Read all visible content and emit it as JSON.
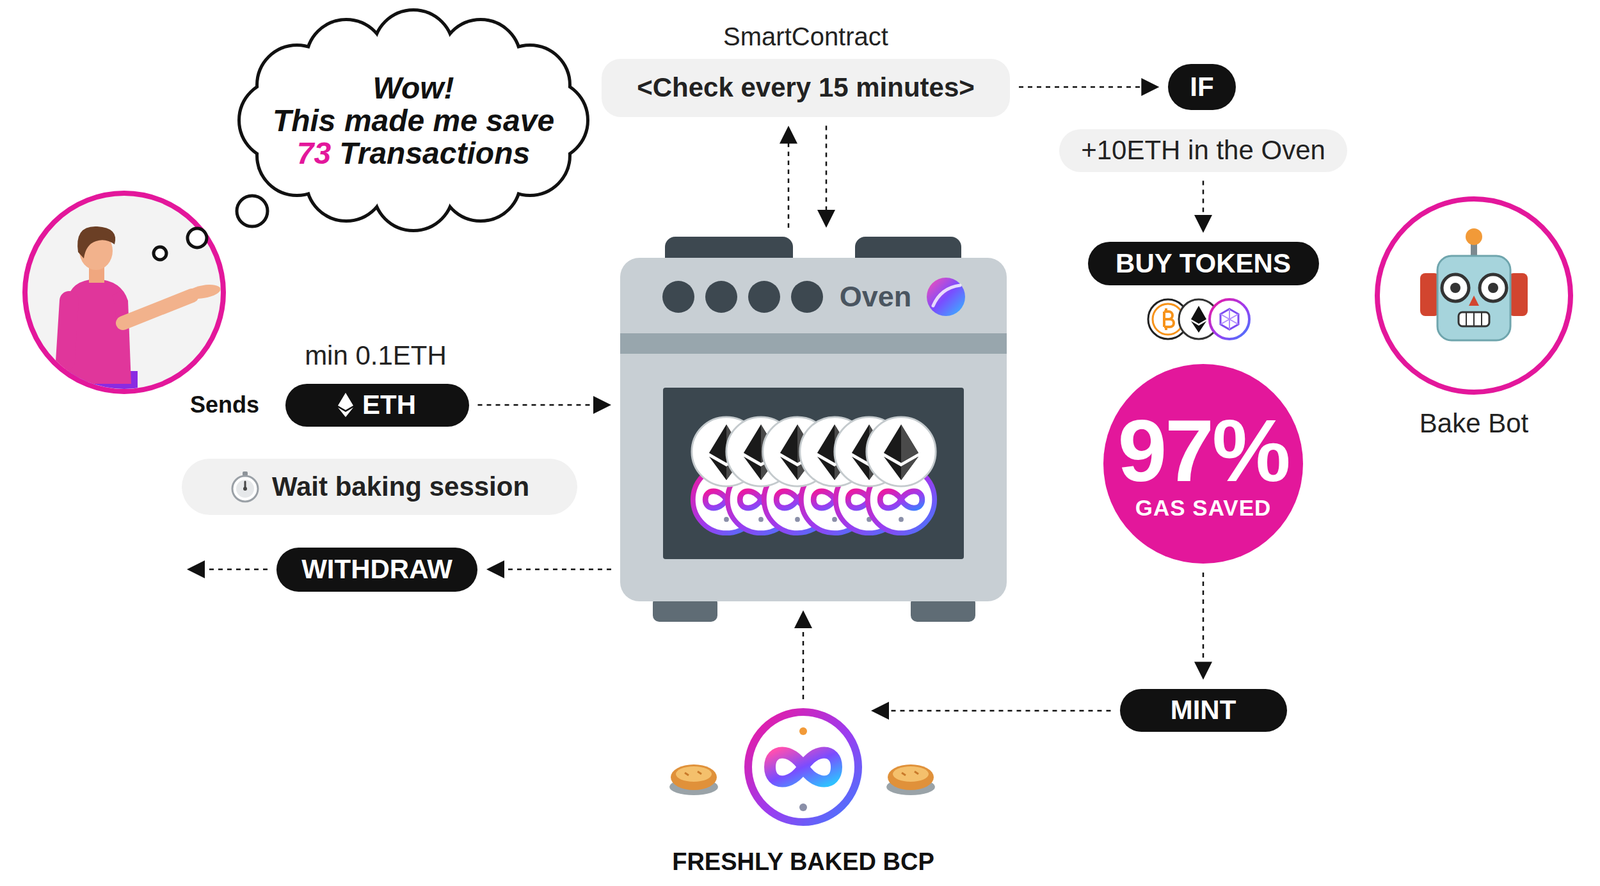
{
  "diagram": {
    "nodes": [
      {
        "text": [
          "Wow!",
          "This made me save",
          "73",
          "Transactions"
        ]
      },
      {
        "text": [
          "SmartContract",
          "<Check every 15 minutes>"
        ]
      },
      {
        "text": [
          "IF"
        ]
      },
      {
        "text": [
          "+10ETH in the Oven"
        ]
      },
      {
        "text": [
          "BUY TOKENS"
        ]
      },
      {
        "text": [
          "Bake Bot"
        ]
      },
      {
        "text": [
          "ETH"
        ]
      },
      {
        "text": [
          "Oven"
        ]
      },
      {
        "text": [
          "Wait baking session"
        ]
      },
      {
        "text": [
          "97%",
          "GAS SAVED"
        ]
      },
      {
        "text": [
          "WITHDRAW"
        ]
      },
      {
        "text": [
          "MINT"
        ]
      },
      {
        "text": [
          "FRESHLY BAKED BCP"
        ]
      }
    ],
    "edges": [
      {
        "from": 6,
        "to": 7,
        "arrow": "to"
      },
      {
        "from": 7,
        "to": 1,
        "arrow": "to"
      },
      {
        "from": 1,
        "to": 7,
        "arrow": "to"
      },
      {
        "from": 1,
        "to": 2,
        "arrow": "to"
      },
      {
        "from": 3,
        "to": 4,
        "arrow": "to"
      },
      {
        "from": 9,
        "to": 11,
        "arrow": "to"
      },
      {
        "from": 11,
        "to": 12,
        "arrow": "to"
      },
      {
        "from": 12,
        "to": 7,
        "arrow": "to"
      },
      {
        "from": 7,
        "to": 10,
        "arrow": "to"
      }
    ],
    "labels": [
      "min 0.1ETH",
      "Sends"
    ]
  }
}
